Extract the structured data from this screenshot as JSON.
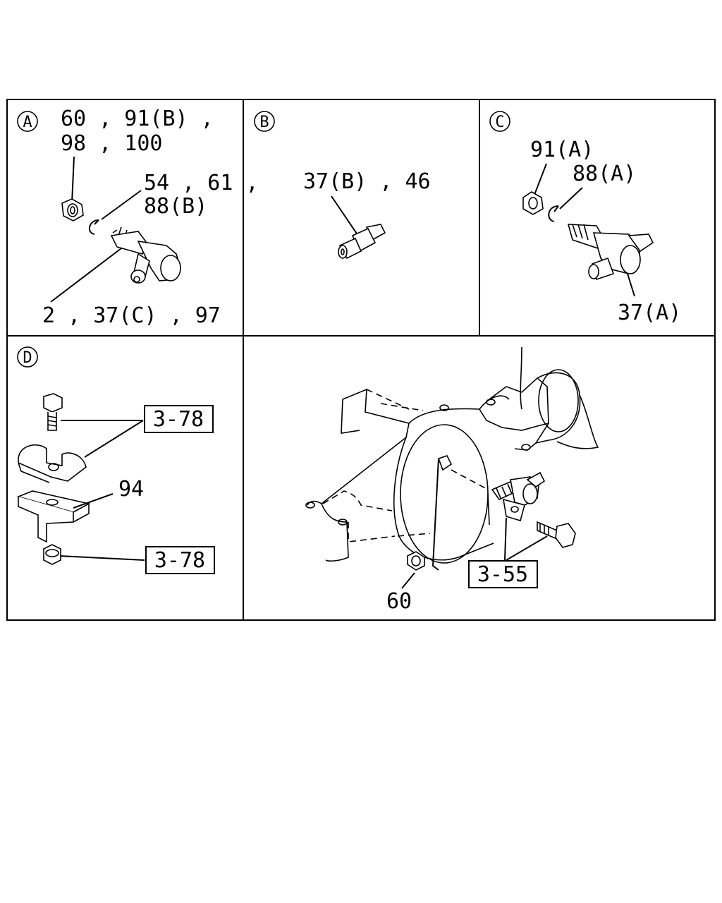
{
  "panels": {
    "a": {
      "letter": "A",
      "label_top_1": "60 , 91(B) ,",
      "label_top_2": "98 , 100",
      "label_right_1": "54 , 61 ,",
      "label_right_2": "88(B)",
      "label_bottom": "2 , 37(C) , 97"
    },
    "b": {
      "letter": "B",
      "label": "37(B) , 46"
    },
    "c": {
      "letter": "C",
      "label_1": "91(A)",
      "label_2": "88(A)",
      "label_3": "37(A)"
    },
    "d": {
      "letter": "D",
      "ref_1": "3-78",
      "label_94": "94",
      "ref_2": "3-78"
    },
    "main": {
      "ref": "3-55",
      "label_60": "60"
    }
  },
  "icons": [
    "nut-icon",
    "clip-icon",
    "tee-fitting-icon",
    "union-fitting-icon",
    "bolt-icon",
    "bracket-icon",
    "axle-housing-icon"
  ]
}
